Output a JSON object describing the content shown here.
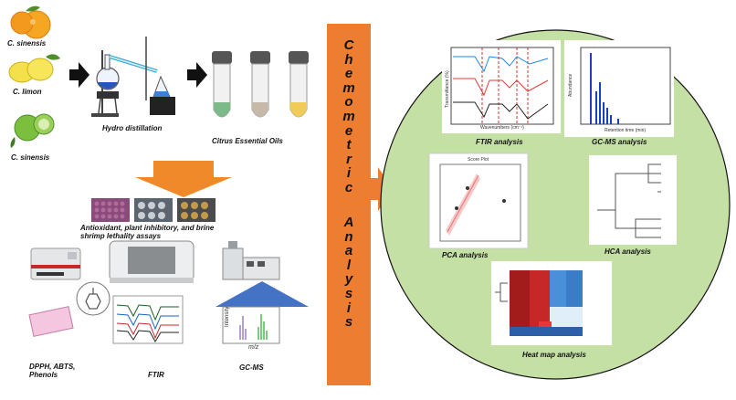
{
  "fruits": [
    {
      "name": "C. sinensis",
      "color": "#f39a1e"
    },
    {
      "name": "C. limon",
      "color": "#f4e04a"
    },
    {
      "name": "C. sinensis",
      "color": "#6fae3a"
    }
  ],
  "process": {
    "distillation_label": "Hydro distillation",
    "oils_label": "Citrus Essential Oils",
    "oil_colors": [
      "#7dba8a",
      "#c6b9a7",
      "#f0cb5a"
    ]
  },
  "assays": {
    "label": "Antioxidant, plant inhibitory, and brine shrimp lethality assays",
    "label_line1": "Antioxidant, plant inhibitory, and brine",
    "label_line2": "shrimp lethality assays"
  },
  "techniques": {
    "dpph_line1": "DPPH, ABTS,",
    "dpph_line2": "Phenols",
    "ftir": "FTIR",
    "gcms": "GC-MS",
    "ms_ylabel": "Intensity",
    "ms_xlabel": "m/z"
  },
  "central_bar": {
    "word1": "Chemometric",
    "word2": "Analysis",
    "color": "#ed7d31"
  },
  "circle": {
    "fill": "#c4e0a4",
    "panels": {
      "ftir_caption": "FTIR analysis",
      "gcms_caption": "GC-MS analysis",
      "pca_caption": "PCA analysis",
      "hca_caption": "HCA analysis",
      "heatmap_caption": "Heat map analysis",
      "ftir_xlabel": "Wavenumbers (cm⁻¹)",
      "ftir_ylabel": "Transmittance (%)",
      "gcms_xlabel": "Retention time (min)",
      "gcms_ylabel": "Abundance",
      "pca_title": "Score Plot"
    }
  }
}
